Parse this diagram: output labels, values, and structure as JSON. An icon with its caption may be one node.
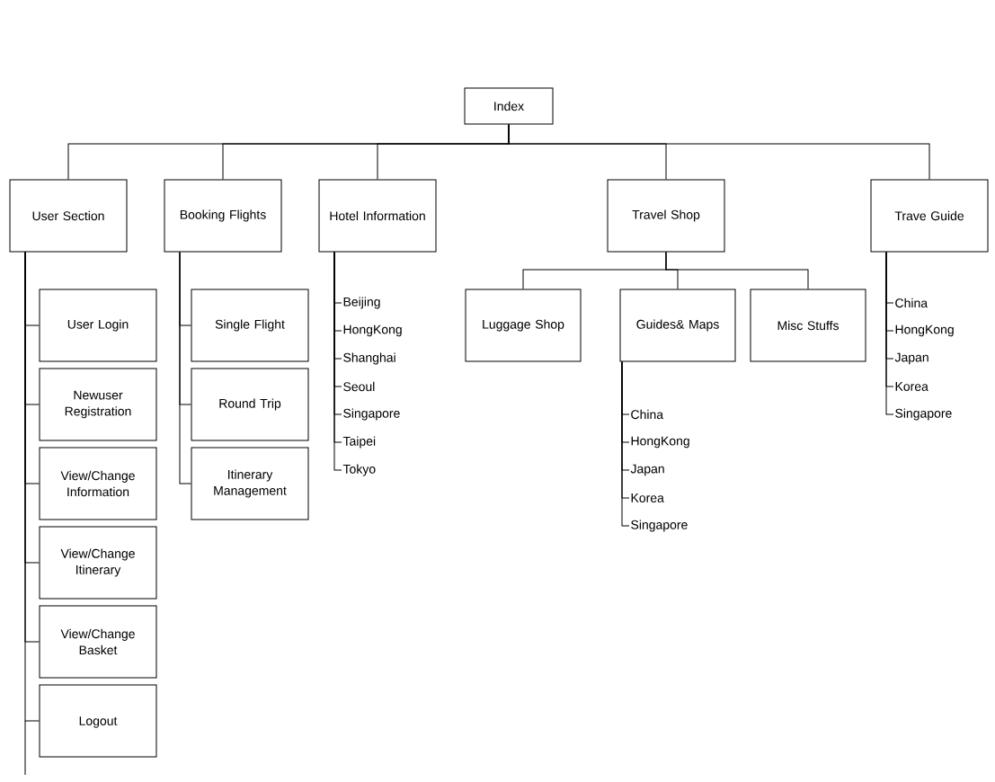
{
  "diagram": {
    "nodes": [
      {
        "text": [
          "Index"
        ]
      },
      {
        "text": [
          "User Section"
        ]
      },
      {
        "text": [
          "Booking Flights"
        ]
      },
      {
        "text": [
          "Hotel Information"
        ]
      },
      {
        "text": [
          "Travel Shop"
        ]
      },
      {
        "text": [
          "Trave Guide"
        ]
      },
      {
        "text": [
          "User Login"
        ]
      },
      {
        "text": [
          "Newuser Registration"
        ]
      },
      {
        "text": [
          "View/Change Information"
        ]
      },
      {
        "text": [
          "View/Change Itinerary"
        ]
      },
      {
        "text": [
          "View/Change Basket"
        ]
      },
      {
        "text": [
          "Logout"
        ]
      },
      {
        "text": [
          "Single Flight"
        ]
      },
      {
        "text": [
          "Round Trip"
        ]
      },
      {
        "text": [
          "Itinerary Management"
        ]
      },
      {
        "text": [
          "Beijing"
        ]
      },
      {
        "text": [
          "HongKong"
        ]
      },
      {
        "text": [
          "Shanghai"
        ]
      },
      {
        "text": [
          "Seoul"
        ]
      },
      {
        "text": [
          "Singapore"
        ]
      },
      {
        "text": [
          "Taipei"
        ]
      },
      {
        "text": [
          "Tokyo"
        ]
      },
      {
        "text": [
          "Luggage Shop"
        ]
      },
      {
        "text": [
          "Guides& Maps"
        ]
      },
      {
        "text": [
          "Misc Stuffs"
        ]
      },
      {
        "text": [
          "China"
        ]
      },
      {
        "text": [
          "HongKong"
        ]
      },
      {
        "text": [
          "Japan"
        ]
      },
      {
        "text": [
          "Korea"
        ]
      },
      {
        "text": [
          "Singapore"
        ]
      },
      {
        "text": [
          "China"
        ]
      },
      {
        "text": [
          "HongKong"
        ]
      },
      {
        "text": [
          "Japan"
        ]
      },
      {
        "text": [
          "Korea"
        ]
      },
      {
        "text": [
          "Singapore"
        ]
      }
    ],
    "edges": [
      {
        "from": 0,
        "to": 1,
        "arrow": "none"
      },
      {
        "from": 0,
        "to": 2,
        "arrow": "none"
      },
      {
        "from": 0,
        "to": 3,
        "arrow": "none"
      },
      {
        "from": 0,
        "to": 4,
        "arrow": "none"
      },
      {
        "from": 0,
        "to": 5,
        "arrow": "none"
      },
      {
        "from": 1,
        "to": 6,
        "arrow": "none"
      },
      {
        "from": 1,
        "to": 7,
        "arrow": "none"
      },
      {
        "from": 1,
        "to": 8,
        "arrow": "none"
      },
      {
        "from": 1,
        "to": 9,
        "arrow": "none"
      },
      {
        "from": 1,
        "to": 10,
        "arrow": "none"
      },
      {
        "from": 1,
        "to": 11,
        "arrow": "none"
      },
      {
        "from": 2,
        "to": 12,
        "arrow": "none"
      },
      {
        "from": 2,
        "to": 13,
        "arrow": "none"
      },
      {
        "from": 2,
        "to": 14,
        "arrow": "none"
      },
      {
        "from": 3,
        "to": 15,
        "arrow": "none"
      },
      {
        "from": 3,
        "to": 16,
        "arrow": "none"
      },
      {
        "from": 3,
        "to": 17,
        "arrow": "none"
      },
      {
        "from": 3,
        "to": 18,
        "arrow": "none"
      },
      {
        "from": 3,
        "to": 19,
        "arrow": "none"
      },
      {
        "from": 3,
        "to": 20,
        "arrow": "none"
      },
      {
        "from": 3,
        "to": 21,
        "arrow": "none"
      },
      {
        "from": 4,
        "to": 22,
        "arrow": "none"
      },
      {
        "from": 4,
        "to": 23,
        "arrow": "none"
      },
      {
        "from": 4,
        "to": 24,
        "arrow": "none"
      },
      {
        "from": 23,
        "to": 25,
        "arrow": "none"
      },
      {
        "from": 23,
        "to": 26,
        "arrow": "none"
      },
      {
        "from": 23,
        "to": 27,
        "arrow": "none"
      },
      {
        "from": 23,
        "to": 28,
        "arrow": "none"
      },
      {
        "from": 23,
        "to": 29,
        "arrow": "none"
      },
      {
        "from": 5,
        "to": 30,
        "arrow": "none"
      },
      {
        "from": 5,
        "to": 31,
        "arrow": "none"
      },
      {
        "from": 5,
        "to": 32,
        "arrow": "none"
      },
      {
        "from": 5,
        "to": 33,
        "arrow": "none"
      },
      {
        "from": 5,
        "to": 34,
        "arrow": "none"
      }
    ]
  }
}
